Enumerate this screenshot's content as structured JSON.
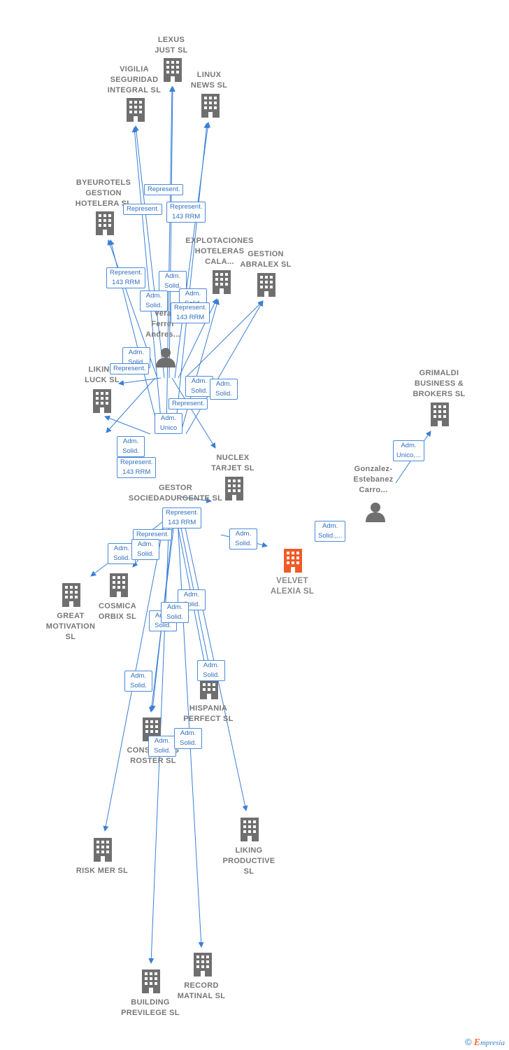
{
  "colors": {
    "edge": "#3a7fd5",
    "building": "#6f6f6f",
    "focus_building": "#f05a28",
    "person": "#6f6f6f",
    "label_text": "#777777"
  },
  "nodes": [
    {
      "id": "lexus",
      "type": "company",
      "label": "LEXUS\nJUST  SL"
    },
    {
      "id": "vigilia",
      "type": "company",
      "label": "VIGILIA\nSEGURIDAD\nINTEGRAL  SL"
    },
    {
      "id": "linux",
      "type": "company",
      "label": "LINUX\nNEWS  SL"
    },
    {
      "id": "byeurotels",
      "type": "company",
      "label": "BYEUROTELS\nGESTION\nHOTELERA  SL"
    },
    {
      "id": "explotaciones",
      "type": "company",
      "label": "EXPLOTACIONES\nHOTELERAS\nCALA..."
    },
    {
      "id": "abralex",
      "type": "company",
      "label": "GESTION\nABRALEX  SL"
    },
    {
      "id": "ferrer",
      "type": "person",
      "label": "Vera\nFerrer\nAndres..."
    },
    {
      "id": "liking_luck",
      "type": "company",
      "label": "LIKING\nLUCK  SL"
    },
    {
      "id": "grimaldi",
      "type": "company",
      "label": "GRIMALDI\nBUSINESS &\nBROKERS SL"
    },
    {
      "id": "nuclex",
      "type": "company",
      "label": "NUCLEX\nTARJET  SL"
    },
    {
      "id": "gonzalez",
      "type": "person",
      "label": "Gonzalez-\nEstebanez\nCarro..."
    },
    {
      "id": "gestor",
      "type": "company",
      "label": "GESTOR\nSOCIEDADURGENTE SL"
    },
    {
      "id": "velvet",
      "type": "company",
      "focus": true,
      "label": "VELVET\nALEXIA  SL"
    },
    {
      "id": "cosmica",
      "type": "company",
      "label": "COSMICA\nORBIX  SL"
    },
    {
      "id": "great",
      "type": "company",
      "label": "GREAT\nMOTIVATION\nSL"
    },
    {
      "id": "hispania",
      "type": "company",
      "label": "HISPANIA\nPERFECT  SL"
    },
    {
      "id": "consulting",
      "type": "company",
      "label": "CONSULTING\nROSTER  SL"
    },
    {
      "id": "risk",
      "type": "company",
      "label": "RISK MER  SL"
    },
    {
      "id": "liking_prod",
      "type": "company",
      "label": "LIKING\nPRODUCTIVE\nSL"
    },
    {
      "id": "building",
      "type": "company",
      "label": "BUILDING\nPREVILEGE  SL"
    },
    {
      "id": "record",
      "type": "company",
      "label": "RECORD\nMATINAL  SL"
    }
  ],
  "edge_labels": [
    "Represent.",
    "Represent.",
    "Represent.\n143 RRM",
    "Represent.\n143 RRM",
    "Adm.\nSolid.",
    "Adm.\nSolid.",
    "Adm.\nSolid.",
    "Represent.\n143 RRM",
    "Adm.\nSolid.",
    "Represent.",
    "Adm.\nSolid.",
    "Adm.\nSolid.",
    "Represent.",
    "Adm.\nUnico",
    "Adm.\nSolid.",
    "Represent.\n143 RRM",
    "Adm.\nUnico,...",
    "Represent.\n143 RRM",
    "Adm.\nSolid.",
    "Adm.\nSolid.,...",
    "Represent.",
    "Adm.\nSolid.",
    "Adm.\nSolid.",
    "Adm.\nSolid.",
    "Adm.\nSolid.",
    "Adm.\nSolid.",
    "Adm.\nSolid.",
    "Adm.\nSolid.",
    "Adm.\nSolid.",
    "Adm.\nSolid."
  ],
  "footer": {
    "copyright": "©",
    "brand_e": "E",
    "brand_rest": "mpresia"
  }
}
